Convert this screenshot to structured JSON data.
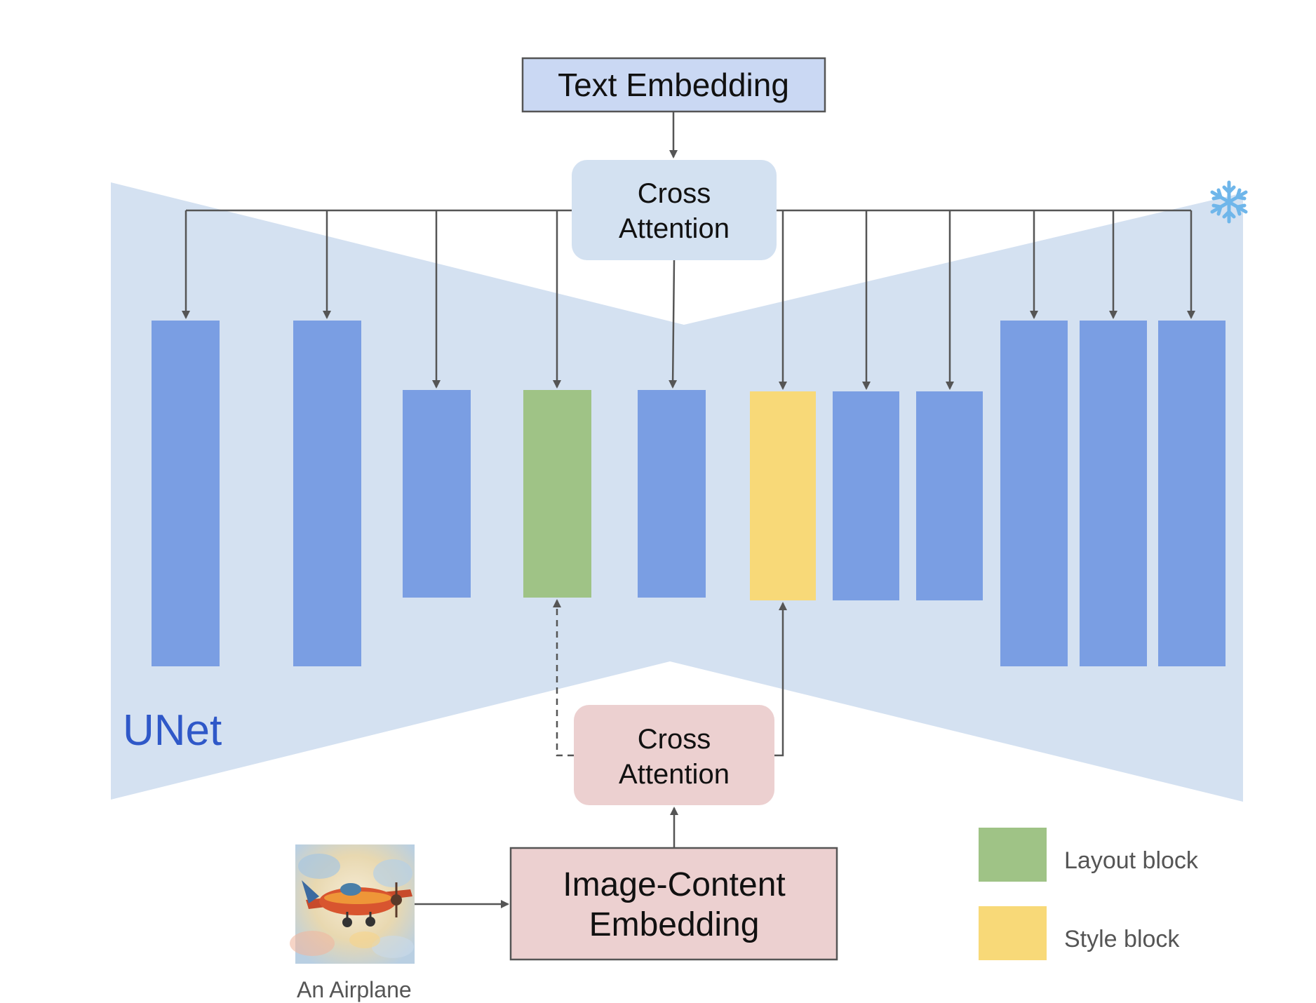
{
  "text_embedding": {
    "label": "Text Embedding"
  },
  "cross_attention_top": {
    "line1": "Cross",
    "line2": "Attention"
  },
  "cross_attention_bottom": {
    "line1": "Cross",
    "line2": "Attention"
  },
  "image_content_embedding": {
    "line1": "Image-Content",
    "line2": "Embedding"
  },
  "unet": {
    "label": "UNet"
  },
  "image_caption": "An Airplane",
  "legend": [
    {
      "label": "Layout block",
      "color": "#9fc386"
    },
    {
      "label": "Style block",
      "color": "#f8d978"
    }
  ],
  "colors": {
    "unet_background": "#d4e1f1",
    "block_blue": "#7a9ee3",
    "layout_green": "#9fc386",
    "style_yellow": "#f8d978",
    "text_embedding_fill": "#cad8f3",
    "cross_attention_top_fill": "#d3e1f1",
    "image_branch_fill": "#ecd0d0",
    "unet_label": "#2f58c8",
    "arrow": "#555555"
  },
  "frozen_icon": "snowflake-icon",
  "image_icon": "airplane-watercolor-image"
}
